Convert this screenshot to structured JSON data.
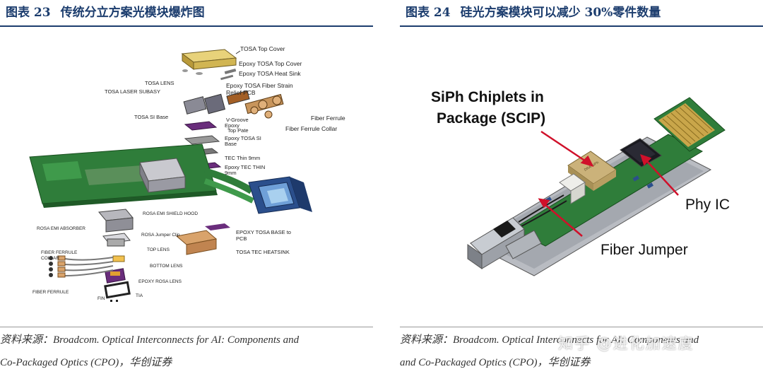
{
  "left": {
    "figure_num": "图表 23",
    "figure_title": "传统分立方案光模块爆炸图",
    "source_line1": "资料来源：Broadcom. Optical Interconnects for AI: Components and",
    "source_line2": "Co-Packaged Optics (CPO)，华创证券",
    "labels": {
      "tosa_top_cover": "TOSA Top Cover",
      "epoxy_tosa_top_cover": "Epoxy TOSA Top Cover",
      "epoxy_tosa_heat_sink": "Epoxy TOSA Heat Sink",
      "tosa_lens": "TOSA LENS",
      "tosa_laser_subasy": "TOSA LASER SUBASY",
      "epoxy_tosa_fiber_strain": "Epoxy TOSA Fiber Strain",
      "relief_pcb": "Relief PCB",
      "tosa_si_base": "TOSA SI Base",
      "v_groove": "V-Groove",
      "epoxy": "Epoxy",
      "top_plate": "Top Pate",
      "fiber_ferrule": "Fiber Ferrule",
      "fiber_ferrule_collar": "Fiber Ferrule Collar",
      "epoxy_tosa_si": "Epoxy TOSA SI",
      "base": "Base",
      "tec_thin": "TEC Thin 9mm",
      "epoxy_tec_thin": "Epoxy TEC THIN",
      "nine_mm": "9mm",
      "rosa_emi_shield_hood": "ROSA EMI SHIELD HOOD",
      "rosa_emi_absorber": "ROSA EMI ABSORBER",
      "rosa_jumper_clip": "ROSA Jumper Clip",
      "epoxy_tosa_base_to": "EPOXY TOSA BASE to",
      "pcb": "PCB",
      "top_lens": "TOP LENS",
      "fiber_ferrule_collar_caps": "FIBER FERRULE",
      "collar": "COLLAR",
      "tosa_tec_heatsink": "TOSA TEC HEATSINK",
      "bottom_lens": "BOTTOM LENS",
      "epoxy_rosa_lens": "EPOXY ROSA LENS",
      "fiber_ferrule_caps": "FIBER FERRULE",
      "fin": "FIN",
      "tia": "TIA"
    }
  },
  "right": {
    "figure_num": "图表 24",
    "figure_title": "硅光方案模块可以减少 30%零件数量",
    "source_line1": "资料来源：Broadcom. Optical Interconnects for AI: Components and",
    "source_line2": "and Co-Packaged Optics (CPO)，华创证券",
    "labels": {
      "siph_line1": "SiPh Chiplets in",
      "siph_line2": "Package (SCIP)",
      "phy_ic": "Phy IC",
      "fiber_jumper": "Fiber Jumper"
    },
    "watermark": "知乎 @进化加速度"
  },
  "colors": {
    "title_blue": "#1c3d6e",
    "pcb_green": "#2f7d3a",
    "arrow_red": "#d0102a",
    "copper": "#c8955c",
    "purple": "#6a2d7c"
  }
}
